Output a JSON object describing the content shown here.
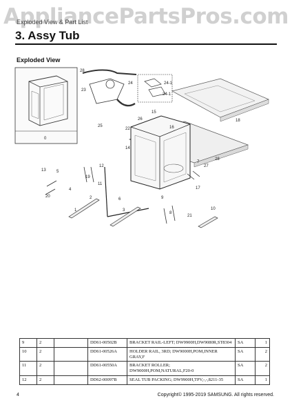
{
  "watermark": "AppliancePartsPros.com",
  "breadcrumb": "Exploded View & Part List",
  "section_title": "3.  Assy Tub",
  "subheading": "Exploded View",
  "callouts": [
    "28",
    "23",
    "24",
    "24-1",
    "24-1",
    "15",
    "16",
    "18",
    "26",
    "25",
    "22",
    "14",
    "12",
    "7",
    "27",
    "28",
    "13",
    "5",
    "20",
    "19",
    "4",
    "2",
    "11",
    "1",
    "6",
    "3",
    "9",
    "8",
    "17",
    "10",
    "21"
  ],
  "inset_label": "0",
  "parts": [
    {
      "no": "9",
      "qty": "2",
      "blank": "",
      "code": "DD61-00502B",
      "desc": "BRACKET RAIL-LEFT; DW9900H,DW9080R,ST8304",
      "sa": "SA",
      "num": "1"
    },
    {
      "no": "10",
      "qty": "2",
      "blank": "",
      "code": "DD61-00526A",
      "desc": "HOLDER RAIL, 3RD; DW9000H,POM,INNER GRAY,F",
      "sa": "SA",
      "num": "2"
    },
    {
      "no": "11",
      "qty": "2",
      "blank": "",
      "code": "DD61-00550A",
      "desc": "BRACKET  ROLLER; DW9000H,POM,NATURAL,F20-0",
      "sa": "SA",
      "num": "2"
    },
    {
      "no": "12",
      "qty": "2",
      "blank": "",
      "code": "DD62-00097B",
      "desc": "SEAL TUB PACKING; DW9900H,TPV,-,-,8211-35",
      "sa": "SA",
      "num": "1"
    }
  ],
  "footer": {
    "page_number": "4",
    "copyright": "Copyright© 1995-2019 SAMSUNG. All rights reserved."
  }
}
